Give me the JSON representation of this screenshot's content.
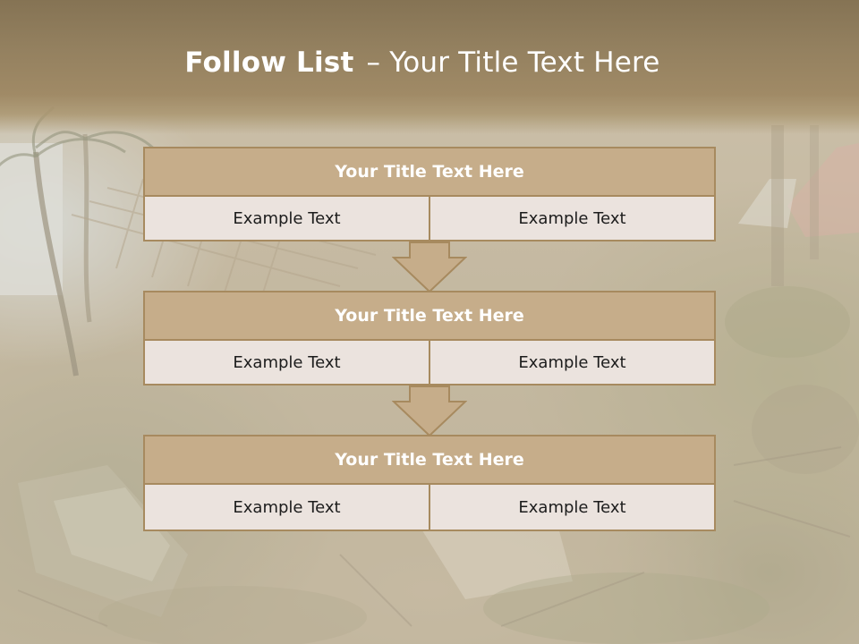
{
  "slide": {
    "title_bold": "Follow List",
    "title_dash": "–",
    "title_rest": "Your Title Text Here"
  },
  "colors": {
    "header": "#93805f",
    "block_title_fill": "#c6ad8a",
    "block_border": "#a78a5f",
    "cell_fill": "#ebe3de",
    "arrow_fill": "#c6ad8a"
  },
  "blocks": [
    {
      "title": "Your Title Text Here",
      "cells": [
        "Example Text",
        "Example Text"
      ]
    },
    {
      "title": "Your Title Text Here",
      "cells": [
        "Example Text",
        "Example Text"
      ]
    },
    {
      "title": "Your Title Text Here",
      "cells": [
        "Example Text",
        "Example Text"
      ]
    }
  ],
  "icons": [
    "down-arrow-icon",
    "down-arrow-icon"
  ]
}
